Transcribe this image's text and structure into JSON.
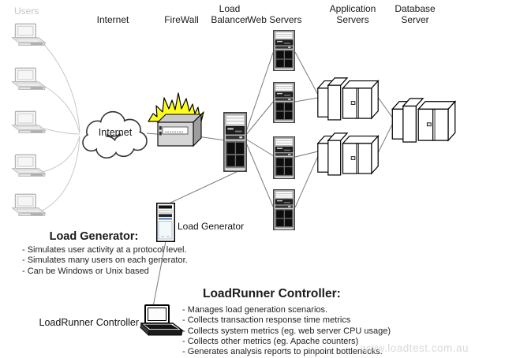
{
  "headers": {
    "users": "Users",
    "internet": "Internet",
    "firewall": "FireWall",
    "load_balancer": "Load\nBalancer",
    "web_servers": "Web Servers",
    "application_servers": "Application\nServers",
    "database_server": "Database\nServer"
  },
  "nodes": {
    "internet_cloud": "Internet",
    "load_generator": "Load Generator",
    "loadrunner_controller": "LoadRunner Controller"
  },
  "annotations": {
    "load_generator": {
      "title": "Load Generator:",
      "bullets": [
        "- Simulates user activity at a protocol level.",
        "- Simulates many users on each generator.",
        "- Can be Windows or Unix based"
      ]
    },
    "loadrunner_controller": {
      "title": "LoadRunner Controller:",
      "bullets": [
        "- Manages load generation scenarios.",
        "- Collects transaction response time metrics",
        "- Collects system metrics (eg. web server CPU usage)",
        "- Collects other metrics (eg. Apache counters)",
        "- Generates analysis reports to pinpoint bottlenecks."
      ]
    }
  },
  "footer": {
    "watermark": "www.loadtest.com.au"
  },
  "colors": {
    "flame": "#ffff1e",
    "connector_line": "#7a7a7a",
    "user_line": "#c8c8c8",
    "user_gray": "#b5b5b5",
    "watermark_gray": "#d9d9d9"
  }
}
